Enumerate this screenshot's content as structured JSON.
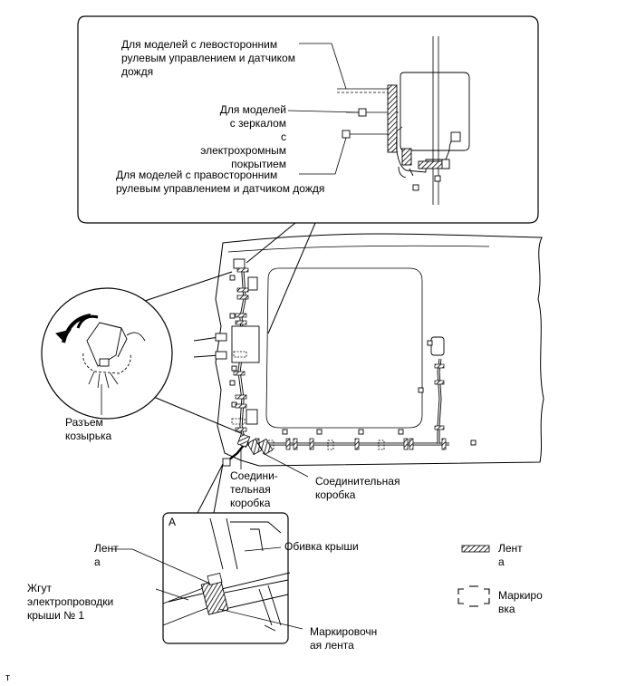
{
  "callout_top": {
    "lhd_rain_sensor": "Для моделей с левосторонним\nрулевым управлением и датчиком\nдождя",
    "ec_mirror": "Для моделей\nс зеркалом\nс электрохромным\nпокрытием",
    "rhd_rain_sensor": "Для моделей с правосторонним\nрулевым управлением и датчиком дождя"
  },
  "main_labels": {
    "visor_connector": "Разъем\nкозырька",
    "junction_box_left": "Соедини-\nтельная\nкоробка",
    "junction_box_right": "Соединительная\nкоробка"
  },
  "detail_a": {
    "letter": "A",
    "tape": "Лент\nа",
    "harness": "Жгут\nэлектропроводки\nкрыши № 1",
    "headliner": "Обивка крыши",
    "marking_tape": "Маркировочн\nая лента"
  },
  "legend": {
    "tape": "Лент\nа",
    "marking": "Маркиро\nвка"
  },
  "footer_mark": "т"
}
